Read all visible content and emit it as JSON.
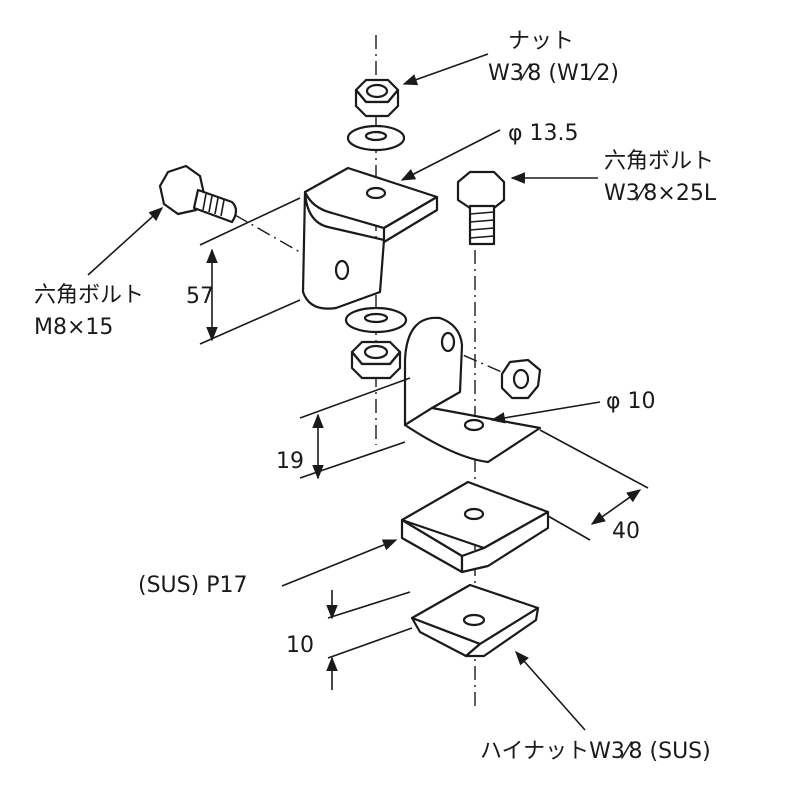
{
  "labels": {
    "nut_name": "ナット",
    "nut_size": "W3⁄8 (W1⁄2)",
    "hole_top": "φ 13.5",
    "bolt_right_name": "六角ボルト",
    "bolt_right_size": "W3⁄8×25L",
    "bolt_left_name": "六角ボルト",
    "bolt_left_size": "M8×15",
    "hole_lower": "φ 10",
    "plate": "(SUS) P17",
    "high_nut": "ハイナットW3⁄8 (SUS)"
  },
  "dimensions": {
    "height_upper": "57",
    "height_lower": "19",
    "width": "40",
    "plate_height": "10"
  }
}
